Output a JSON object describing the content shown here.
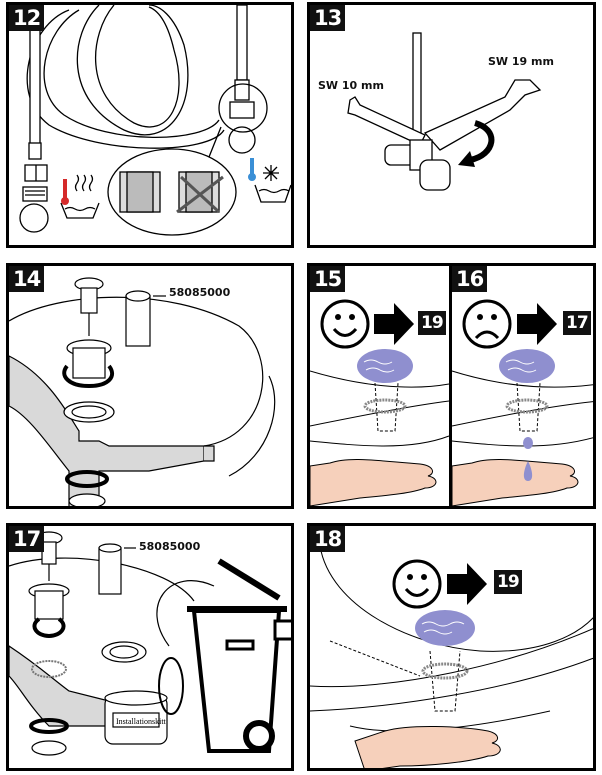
{
  "document": {
    "type": "installation-instructions",
    "panels": [
      {
        "step": "12",
        "illustration": "flexible hoses connection with thread check",
        "icons": [
          "hot-water-thermometer-icon",
          "cold-water-snowflake-icon",
          "thread-correct-icon",
          "thread-incorrect-crossed-icon"
        ]
      },
      {
        "step": "13",
        "labels": {
          "wrench_small": "SW 10 mm",
          "wrench_large": "SW 19 mm"
        },
        "illustration": "tighten angle valve with wrenches"
      },
      {
        "step": "14",
        "part_number": "58085000",
        "illustration": "pop-up waste exploded view"
      },
      {
        "step": "15",
        "result": "ok",
        "face": "smiley-happy-icon",
        "goto": "19",
        "illustration": "leak test no drip"
      },
      {
        "step": "16",
        "result": "fail",
        "face": "smiley-sad-icon",
        "goto": "17",
        "illustration": "leak test drip on hand"
      },
      {
        "step": "17",
        "part_number": "58085000",
        "can_label": "Installationskitt",
        "illustration": "re-seal with installation putty and discard old seal"
      },
      {
        "step": "18",
        "result": "ok",
        "face": "smiley-happy-icon",
        "goto": "19",
        "illustration": "leak test no drip"
      }
    ]
  },
  "colors": {
    "border": "#000000",
    "water": "#8f8fcf",
    "skin": "#f6d0bb",
    "sink_section": "#d9d9d9",
    "hot": "#d52a2a",
    "cold": "#3a8fd6"
  }
}
